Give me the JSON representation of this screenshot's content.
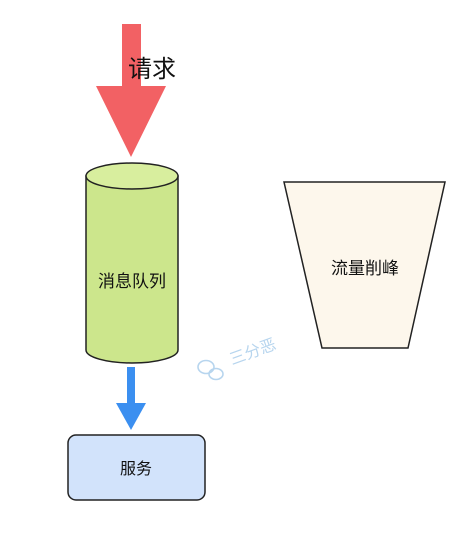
{
  "request_label": "请求",
  "queue_label": "消息队列",
  "service_label": "服务",
  "peak_shaving_label": "流量削峰",
  "watermark_text": "三分恶",
  "colors": {
    "request_arrow": "#f26164",
    "queue_fill": "#cce68c",
    "queue_top": "#d8ee9e",
    "down_arrow": "#3b8ff0",
    "service_fill": "#d2e3fb",
    "funnel_fill": "#fdf7ec",
    "watermark": "#9fc7e9"
  }
}
